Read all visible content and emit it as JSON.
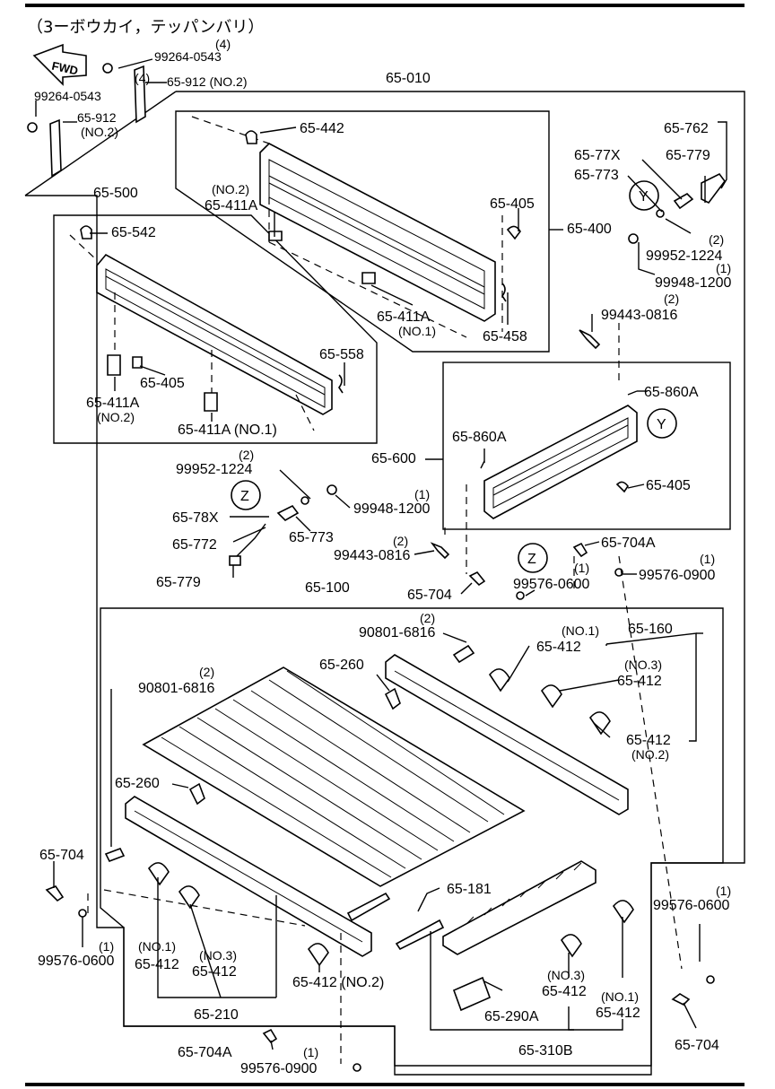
{
  "title": "（3ーボウカイ，テッパンバリ）",
  "fwd": "FWD",
  "markers": {
    "y": "Y",
    "z": "Z"
  },
  "labels": {
    "p99264_top_qty": "(4)",
    "p99264_top": "99264-0543",
    "p65912_top_qty": "(4)",
    "p65912_top": "65-912 (NO.2)",
    "p65010": "65-010",
    "p99264_left": "99264-0543",
    "p65912_left": "65-912",
    "p65912_left_no": "(NO.2)",
    "p65442": "65-442",
    "p65411A_top_no": "(NO.2)",
    "p65411A_top": "65-411A",
    "p65405_a": "65-405",
    "p65400": "65-400",
    "p65411A_mid": "65-411A",
    "p65411A_mid_no": "(NO.1)",
    "p65458": "65-458",
    "p65500": "65-500",
    "p65542": "65-542",
    "p65558": "65-558",
    "p65405_b": "65-405",
    "p65411A_l2": "65-411A",
    "p65411A_l2_no": "(NO.2)",
    "p65411A_l1": "65-411A (NO.1)",
    "p65762": "65-762",
    "p6577X": "65-77X",
    "p65779_a": "65-779",
    "p65773_a": "65-773",
    "p99952_a_qty": "(2)",
    "p99952_a": "99952-1224",
    "p99948_a_qty": "(1)",
    "p99948_a": "99948-1200",
    "p99443_a_qty": "(2)",
    "p99443_a": "99443-0816",
    "p65860A_a": "65-860A",
    "p65860A_b": "65-860A",
    "p65600": "65-600",
    "p65405_c": "65-405",
    "p99952_b_qty": "(2)",
    "p99952_b": "99952-1224",
    "p99948_b_qty": "(1)",
    "p99948_b": "99948-1200",
    "p6578X": "65-78X",
    "p65773_b": "65-773",
    "p65772": "65-772",
    "p99443_b_qty": "(2)",
    "p99443_b": "99443-0816",
    "p65779_b": "65-779",
    "p65704A_a": "65-704A",
    "p99576_a_qty": "(1)",
    "p99576_a": "99576-0900",
    "p65704_a": "65-704",
    "p99576_b_qty": "(1)",
    "p99576_b": "99576-0600",
    "p65100": "65-100",
    "p90801_a_qty": "(2)",
    "p90801_a": "90801-6816",
    "p65412_no1_top": "(NO.1)",
    "p65412_a": "65-412",
    "p65160": "65-160",
    "p65260_a": "65-260",
    "p65412_no3_top": "(NO.3)",
    "p65412_b": "65-412",
    "p90801_b_qty": "(2)",
    "p90801_b": "90801-6816",
    "p65412_c": "65-412",
    "p65412_c_no": "(NO.2)",
    "p65260_b": "65-260",
    "p65704_b": "65-704",
    "p65181": "65-181",
    "p99576_c_qty": "(1)",
    "p99576_c": "99576-0600",
    "p99576_d_qty": "(1)",
    "p99576_d": "99576-0600",
    "p65412_no1_bl": "(NO.1)",
    "p65412_d": "65-412",
    "p65412_no3_bl": "(NO.3)",
    "p65412_e": "65-412",
    "p65412_f": "65-412 (NO.2)",
    "p65210": "65-210",
    "p65290A": "65-290A",
    "p65412_no3_br": "(NO.3)",
    "p65412_g": "65-412",
    "p65412_no1_br": "(NO.1)",
    "p65412_h": "65-412",
    "p65704_c": "65-704",
    "p65704A_b": "65-704A",
    "p99576_e_qty": "(1)",
    "p99576_e": "99576-0900",
    "p65310B": "65-310B"
  }
}
